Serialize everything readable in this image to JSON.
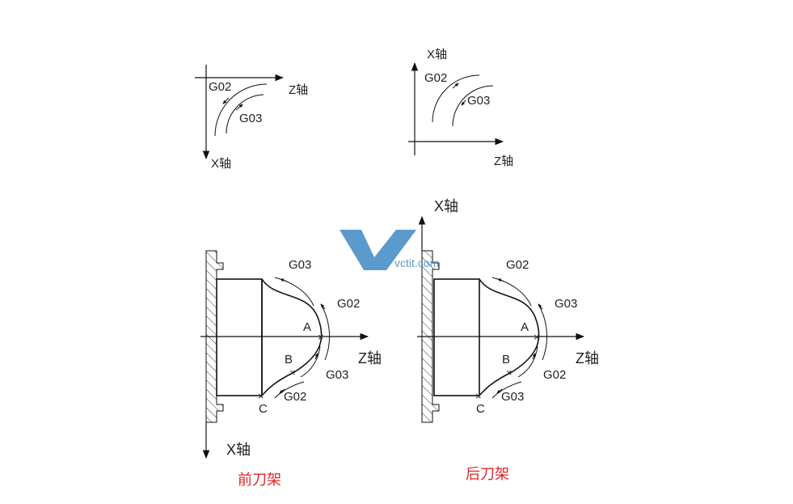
{
  "diagrams": {
    "top_left": {
      "z_axis": "Z轴",
      "x_axis": "X轴",
      "g02": "G02",
      "g03": "G03"
    },
    "top_right": {
      "x_axis": "X轴",
      "z_axis": "Z轴",
      "g02": "G02",
      "g03": "G03"
    },
    "front": {
      "x_axis": "X轴",
      "z_axis": "Z轴",
      "arcs_outer_top": "G03",
      "arcs_outer_mid": "G02",
      "arcs_outer_bot1": "G03",
      "arcs_outer_bot2": "G02",
      "point_a": "A",
      "point_b": "B",
      "point_c": "C",
      "caption": "前刀架"
    },
    "rear": {
      "x_axis": "X轴",
      "z_axis": "Z轴",
      "arcs_outer_top": "G02",
      "arcs_outer_mid": "G03",
      "arcs_outer_bot1": "G02",
      "arcs_outer_bot2": "G03",
      "point_a": "A",
      "point_b": "B",
      "point_c": "C",
      "caption": "后刀架"
    }
  },
  "watermark": {
    "text": "vctit.com"
  }
}
